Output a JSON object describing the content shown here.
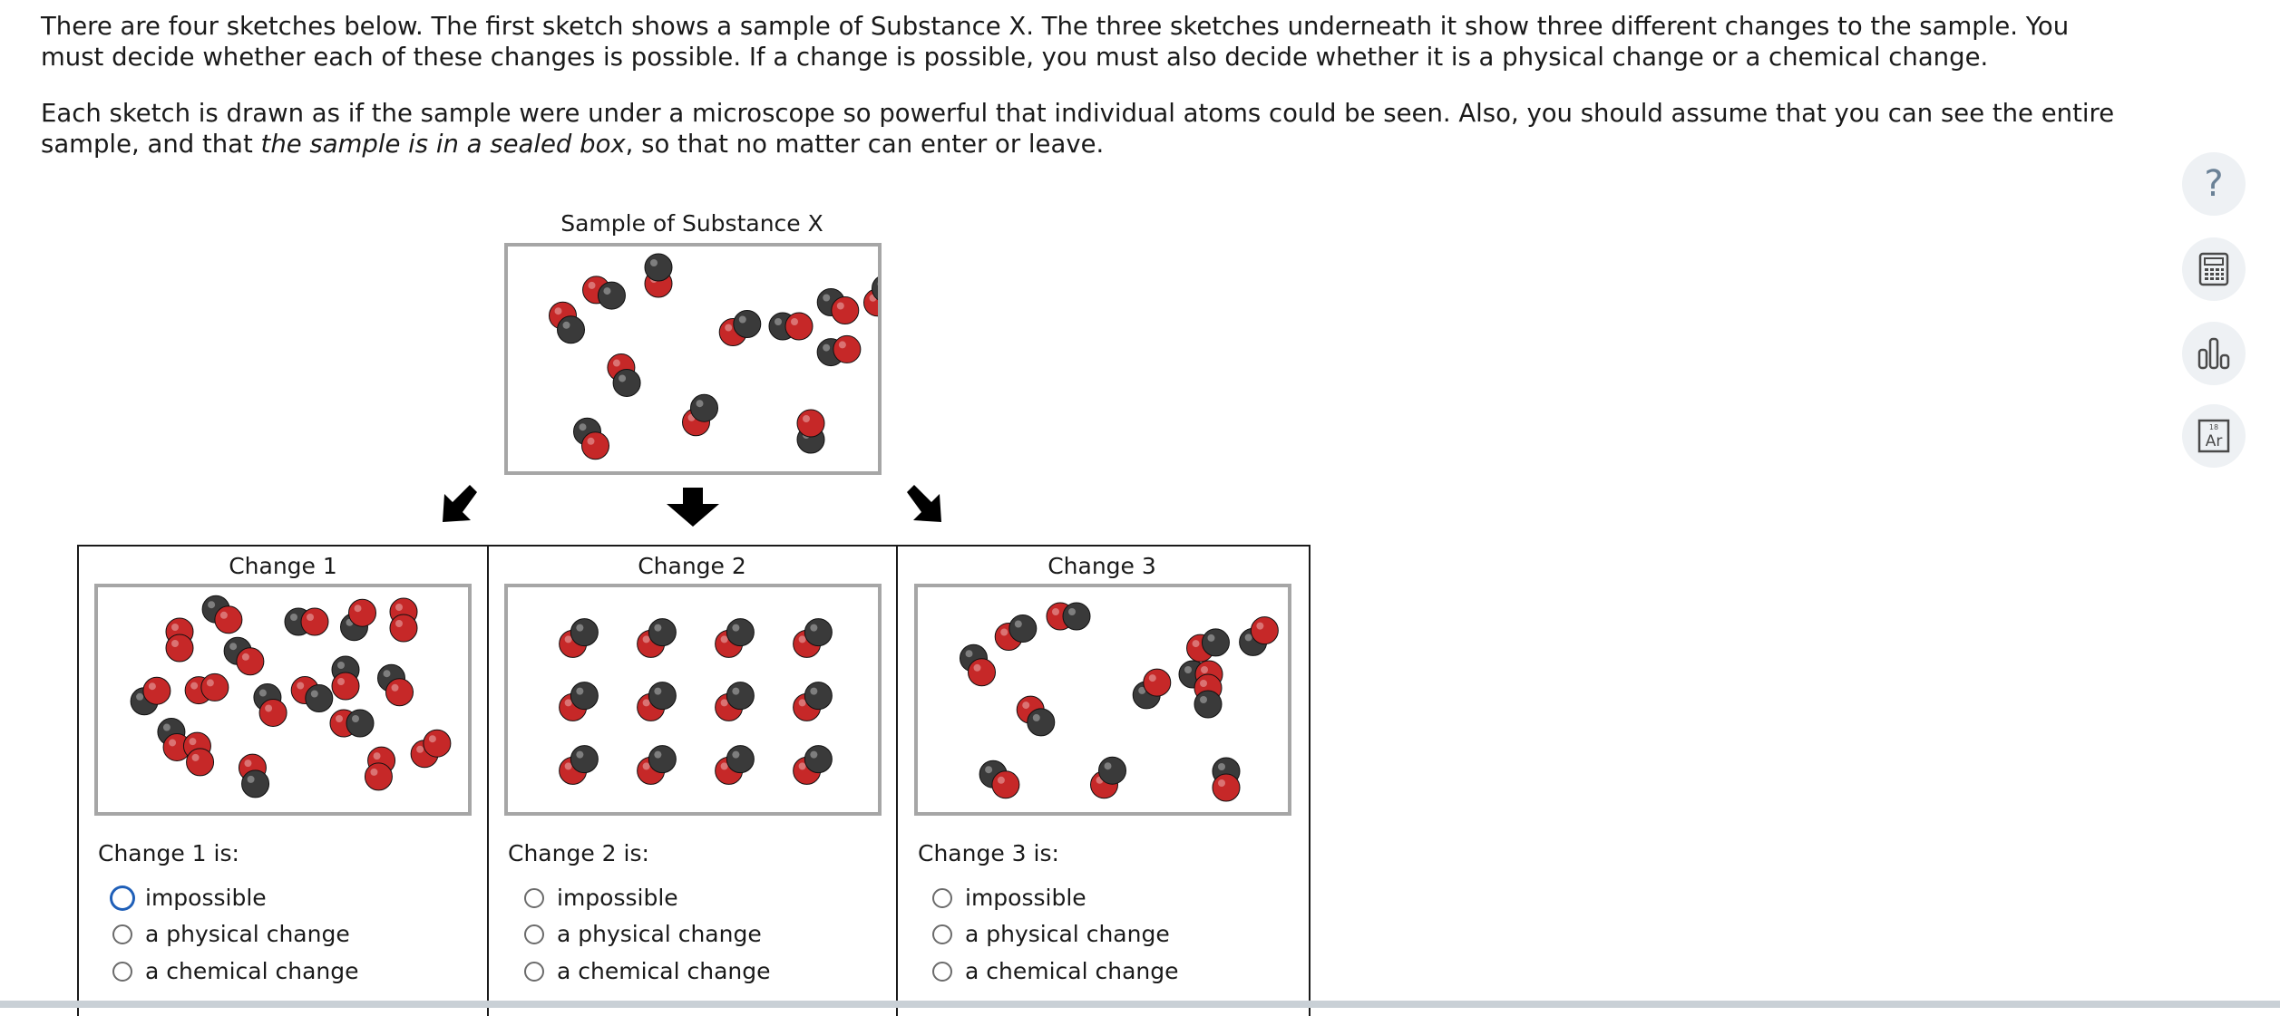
{
  "instructions": {
    "p1": "There are four sketches below. The first sketch shows a sample of Substance X. The three sketches underneath it show three different changes to the sample. You must decide whether each of these changes is possible. If a change is possible, you must also decide whether it is a physical change or a chemical change.",
    "p2_start": "Each sketch is drawn as if the sample were under a microscope so powerful that individual atoms could be seen. Also, you should assume that you can see the entire sample, and that ",
    "p2_italic": "the sample is in a sealed box",
    "p2_end": ", so that no matter can enter or leave."
  },
  "sample": {
    "caption": "Sample of Substance X"
  },
  "changes": [
    {
      "title": "Change 1",
      "question": "Change 1 is:"
    },
    {
      "title": "Change 2",
      "question": "Change 2 is:"
    },
    {
      "title": "Change 3",
      "question": "Change 3 is:"
    }
  ],
  "options": [
    "impossible",
    "a physical change",
    "a chemical change"
  ],
  "focused_option": "change1-impossible",
  "colors": {
    "oxygen": "#c62828",
    "carbon": "#3a3a3a",
    "focus": "#1f5fb8",
    "box_border": "#a6a6a6"
  },
  "tools": [
    {
      "icon": "help-icon",
      "label": "?"
    },
    {
      "icon": "calculator-icon"
    },
    {
      "icon": "bar-chart-icon"
    },
    {
      "icon": "periodic-table-icon",
      "element_number": "18",
      "element_symbol": "Ar"
    }
  ]
}
